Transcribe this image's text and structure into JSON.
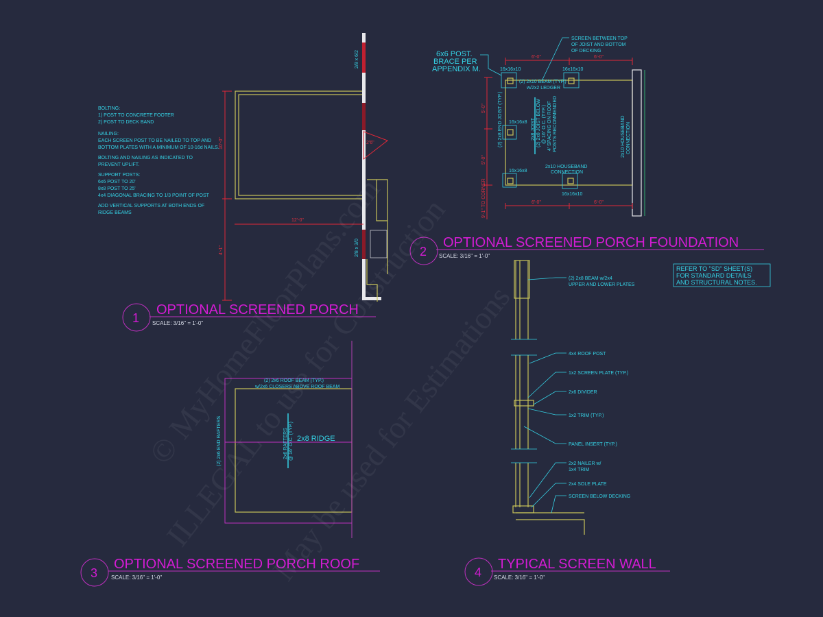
{
  "notes": {
    "lines": [
      "BOLTING:",
      "1) POST TO CONCRETE FOOTER",
      "2) POST TO DECK BAND",
      "NAILING:",
      "EACH SCREEN POST TO BE NAILED TO TOP AND",
      "BOTTOM PLATES WITH A MINIMUM OF 10-16d NAILS.",
      "BOLTING AND NAILING AS INDICATED TO",
      "PREVENT UPLIFT.",
      "SUPPORT POSTS:",
      "6x6 POST TO 20'",
      "8x8 POST TO 25'",
      "4x4 DIAGONAL BRACING TO 1/3 POINT OF POST",
      "ADD VERTICAL SUPPORTS AT BOTH ENDS OF",
      "RIDGE BEAMS"
    ]
  },
  "drawing1": {
    "number": "1",
    "title": "OPTIONAL SCREENED PORCH",
    "scale": "SCALE: 3/16\" = 1'-0\"",
    "dims": {
      "height_upper": "10'-0\"",
      "height_lower": "4'-1\"",
      "width": "12'-0\"",
      "door": "2'6\""
    },
    "window_top": "2/8 x 6/2",
    "window_bottom": "2/8 x 3/0"
  },
  "drawing2": {
    "number": "2",
    "title": "OPTIONAL SCREENED PORCH FOUNDATION",
    "scale": "SCALE: 3/16\" = 1'-0\"",
    "post_callout": [
      "6x6 POST.",
      "BRACE PER",
      "APPENDIX M."
    ],
    "screen_callout": [
      "SCREEN BETWEEN TOP",
      "OF JOIST AND BOTTOM",
      "OF DECKING"
    ],
    "dims": {
      "top_left": "6'-0\"",
      "top_right": "6'-0\"",
      "bottom_left": "6'-0\"",
      "bottom_right": "6'-0\"",
      "left_upper": "5'-0\"",
      "left_middle": "5'-0\"",
      "left_lower": "9'-1\" TO CORNER"
    },
    "footings": {
      "tl": "16x16x10",
      "tr": "16x16x10",
      "ml": "16x16x8",
      "bl": "16x16x8",
      "br": "16x16x10"
    },
    "beam": [
      "(2) 2x10 BEAM (TYP.)",
      "w/2x2 LEDGER"
    ],
    "end_joist": "(2) 2x8 END JOIST (TYP.)",
    "joist": [
      "2x8 JOIST",
      "(2) 2x8 JOIST BELOW",
      "@ 16\" O.C. (TYP.)",
      "4' SPACING ON ROOF",
      "POSTS RECOMMENDED"
    ],
    "houseband_bottom": [
      "2x10 HOUSEBAND",
      "CONNECTION"
    ],
    "houseband_right": [
      "2x10 HOUSEBAND",
      "CONNECTION"
    ]
  },
  "drawing3": {
    "number": "3",
    "title": "OPTIONAL SCREENED PORCH ROOF",
    "scale": "SCALE: 3/16\" = 1'-0\"",
    "roof_beam": [
      "(2) 2x6 ROOF BEAM (TYP.)",
      "w/2x6 CLOSERS ABOVE ROOF BEAM"
    ],
    "end_rafters": "(2) 2x6 END RAFTERS",
    "rafters": [
      "2x6 RAFTERS",
      "@ 16\" O.C. (TYP.)"
    ],
    "ridge": "2x8 RIDGE"
  },
  "drawing4": {
    "number": "4",
    "title": "TYPICAL SCREEN WALL",
    "scale": "SCALE: 3/16\" = 1'-0\"",
    "labels": [
      "(2) 2x8 BEAM w/2x4",
      "UPPER AND LOWER PLATES",
      "4x4 ROOF POST",
      "1x2 SCREEN PLATE (TYP.)",
      "2x6 DIVIDER",
      "1x2 TRIM (TYP.)",
      "PANEL INSERT (TYP.)",
      "2x2 NAILER w/",
      "1x4 TRIM",
      "2x4 SOLE PLATE",
      "SCREEN BELOW DECKING"
    ]
  },
  "reference_note": [
    "REFER TO \"SD\" SHEET(S)",
    "FOR STANDARD DETAILS",
    "AND STRUCTURAL NOTES."
  ],
  "watermark": [
    "© MyHomeFloorPlans.com",
    "ILLEGAL to use for Construction",
    "May be used for Estimations"
  ],
  "colors": {
    "background": "#262a3e",
    "title": "#d41cd4",
    "annotation": "#35d3e6",
    "dimension": "#e02838",
    "framing": "#c8c45a"
  }
}
